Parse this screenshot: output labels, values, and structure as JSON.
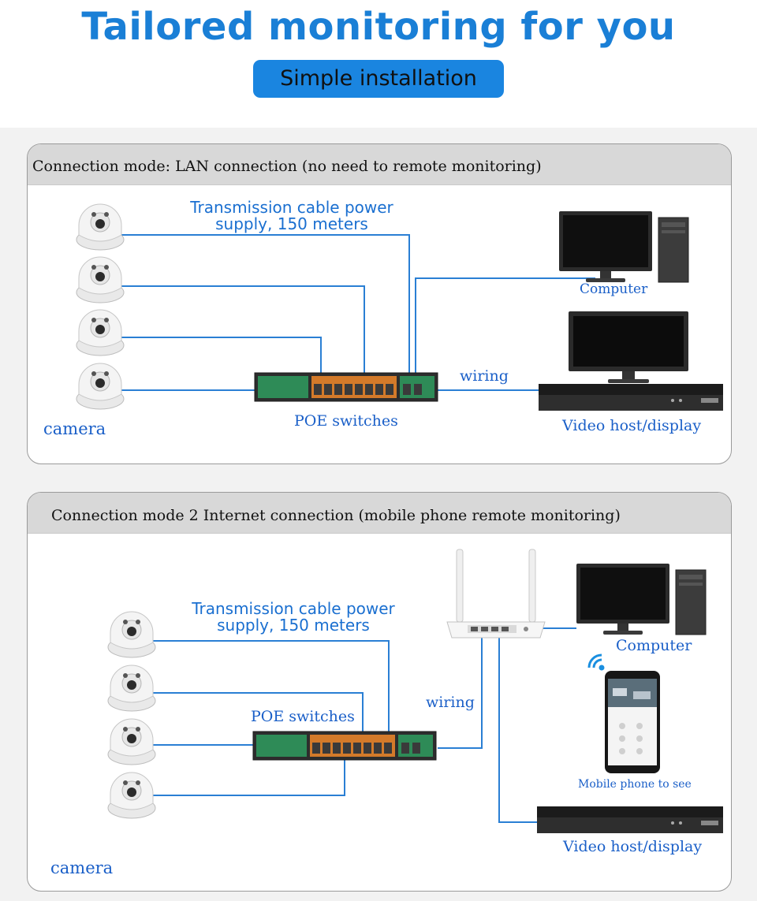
{
  "header": {
    "title": "Tailored monitoring for you",
    "badge": "Simple installation"
  },
  "panel1": {
    "heading": "Connection mode: LAN connection (no need to remote monitoring)",
    "cable_line1": "Transmission cable power",
    "cable_line2": "supply, 150 meters",
    "computer": "Computer",
    "wiring": "wiring",
    "camera": "camera",
    "poe": "POE switches",
    "video": "Video host/display"
  },
  "panel2": {
    "heading": "Connection mode 2 Internet connection (mobile phone remote monitoring)",
    "cable_line1": "Transmission cable power",
    "cable_line2": "supply, 150 meters",
    "poe": "POE switches",
    "wiring": "wiring",
    "computer": "Computer",
    "mobile": "Mobile phone to see",
    "video": "Video host/display",
    "camera": "camera"
  },
  "colors": {
    "accent": "#1a85e0",
    "title": "#1a7fd6",
    "line": "#2a7fd4",
    "label": "#1a5fc8"
  }
}
